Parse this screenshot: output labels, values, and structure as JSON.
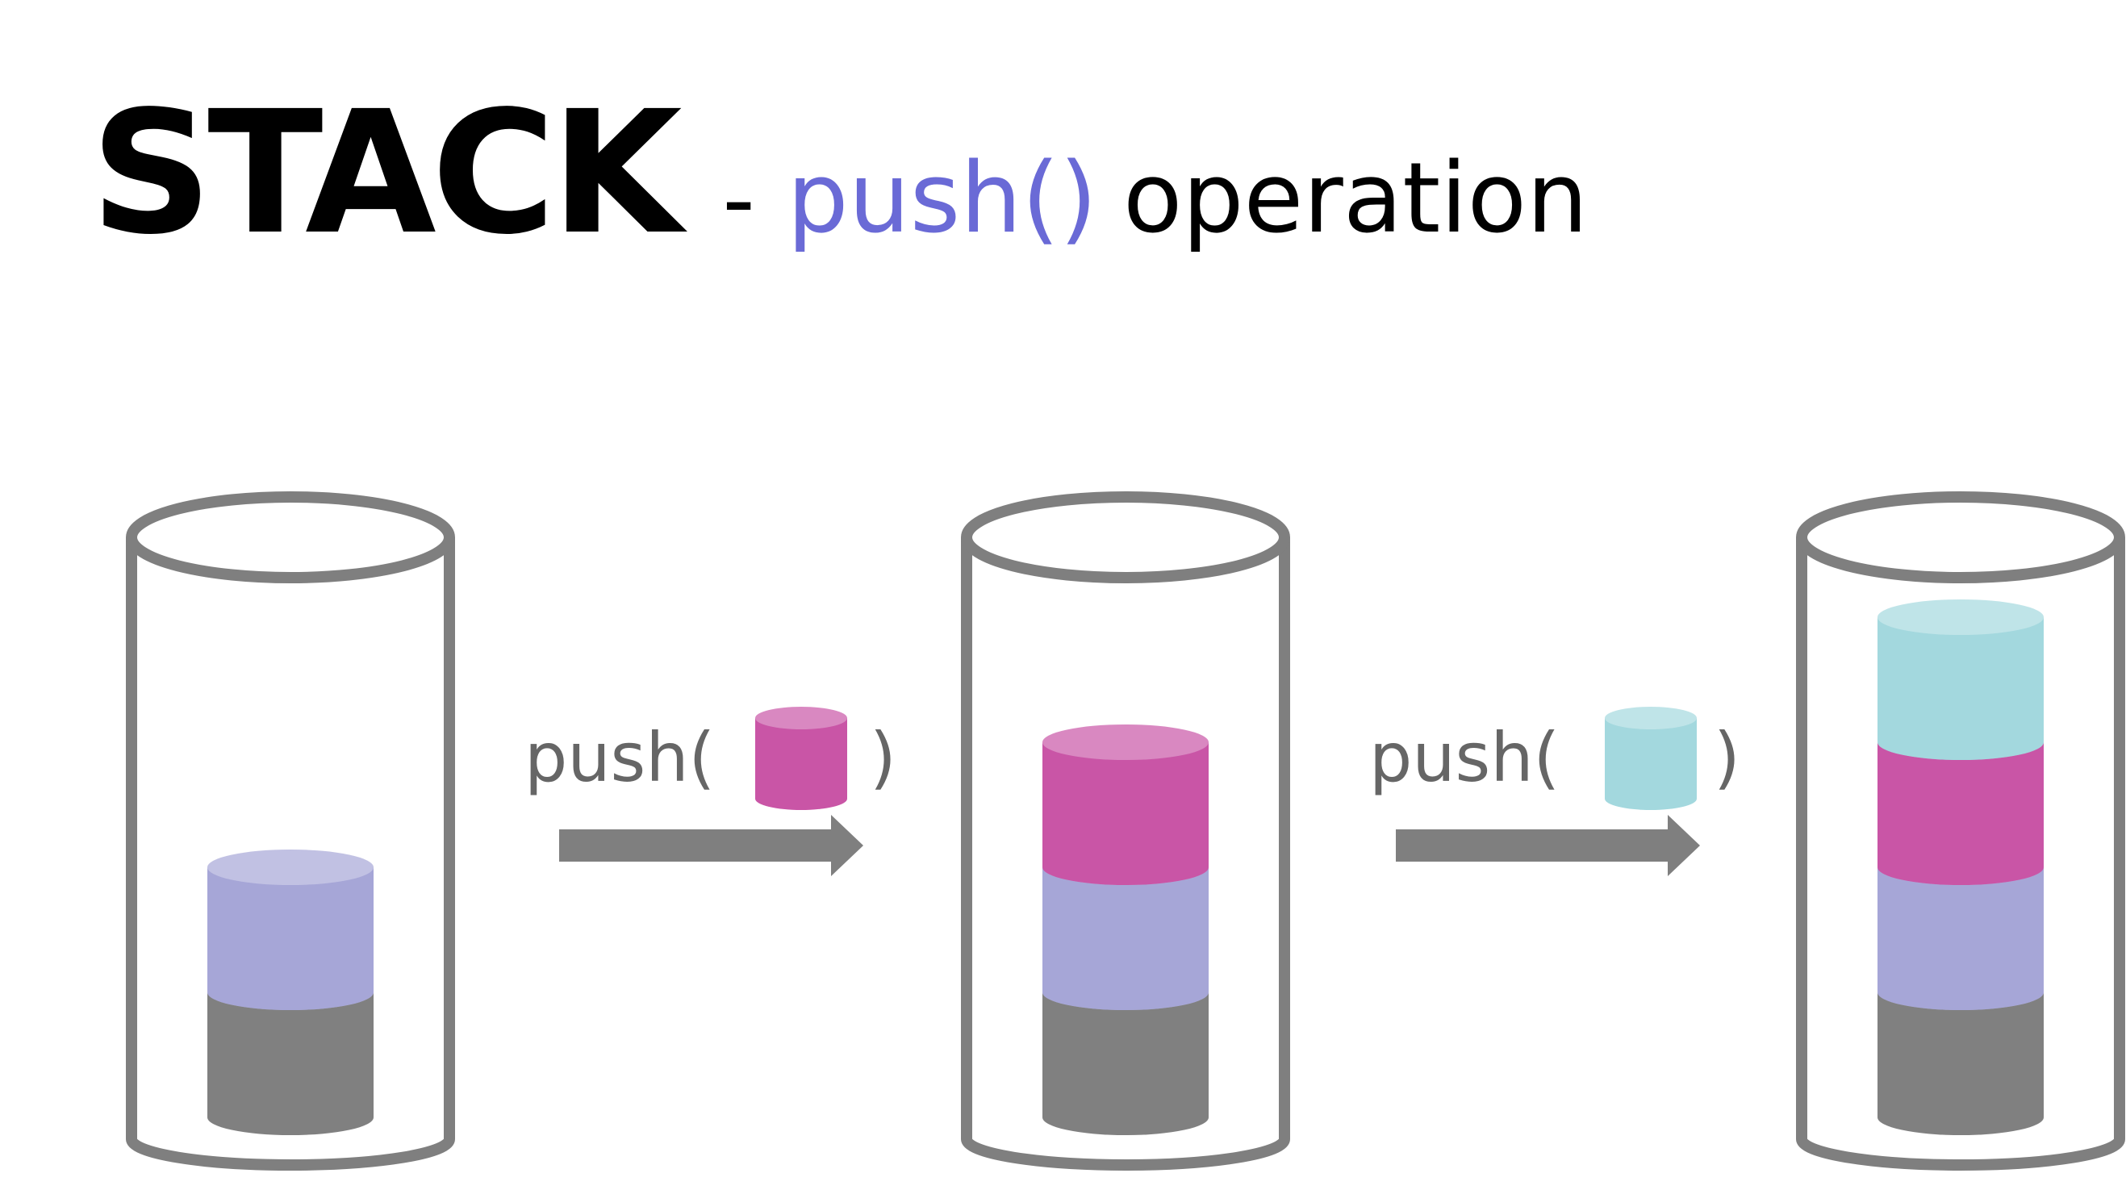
{
  "title": {
    "main": "STACK",
    "dash": "-",
    "push": "push()",
    "rest": "operation"
  },
  "steps": [
    {
      "label_open": "push(",
      "label_close": ")",
      "pushed_color": "#c955a6"
    },
    {
      "label_open": "push(",
      "label_close": ")",
      "pushed_color": "#a3d8de"
    }
  ],
  "stacks": [
    {
      "blocks": [
        "#808080",
        "#a6a6d7"
      ]
    },
    {
      "blocks": [
        "#808080",
        "#a6a6d7",
        "#c955a6"
      ]
    },
    {
      "blocks": [
        "#808080",
        "#a6a6d7",
        "#c955a6",
        "#a3d8de"
      ]
    }
  ],
  "colors": {
    "container": "#7f7f7f",
    "arrow": "#7f7f7f",
    "title_accent": "#6a6ad6"
  }
}
